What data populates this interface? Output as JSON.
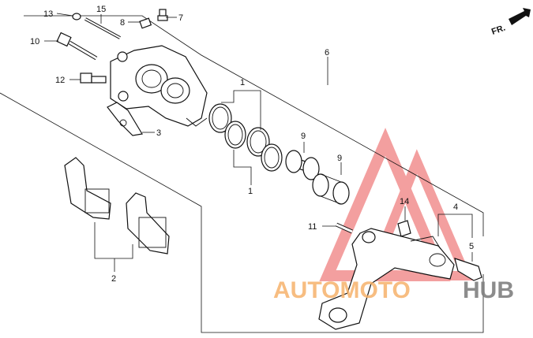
{
  "diagram": {
    "callouts": [
      "1",
      "1",
      "2",
      "3",
      "4",
      "5",
      "6",
      "7",
      "8",
      "9",
      "9",
      "10",
      "11",
      "12",
      "13",
      "14",
      "15"
    ],
    "direction_label": "FR.",
    "watermark": {
      "part1": "AUTOMOTO",
      "part2": "HUB"
    },
    "colors": {
      "watermark_red": "#f08080",
      "watermark_orange": "#f6b26b",
      "watermark_grey": "#808080",
      "line": "#111111"
    }
  }
}
